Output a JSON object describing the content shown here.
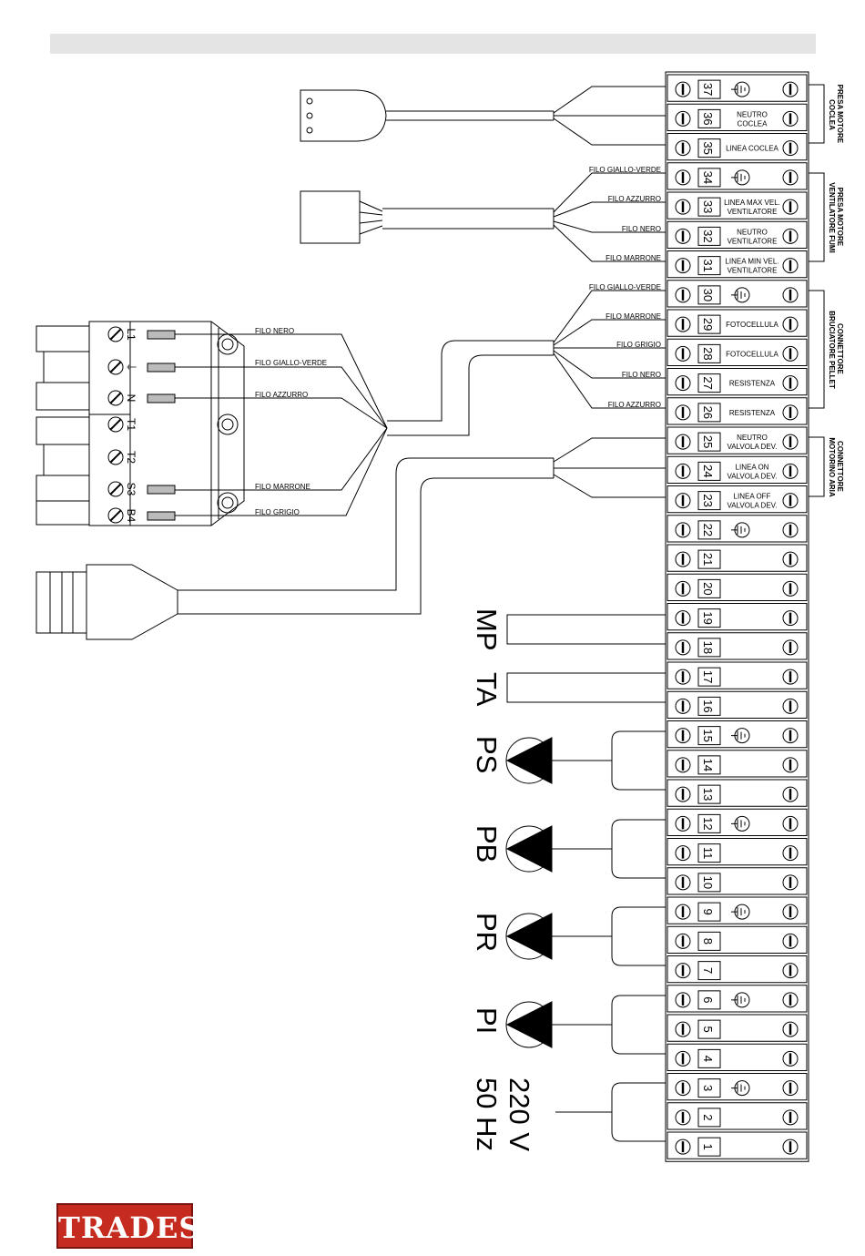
{
  "brand": "TRADESA",
  "terminals": [
    {
      "n": "37",
      "earth": true,
      "label": ""
    },
    {
      "n": "36",
      "earth": false,
      "label": "NEUTRO|COCLEA"
    },
    {
      "n": "35",
      "earth": false,
      "label": "LINEA COCLEA"
    },
    {
      "n": "34",
      "earth": true,
      "label": ""
    },
    {
      "n": "33",
      "earth": false,
      "label": "LINEA MAX VEL.|VENTILATORE"
    },
    {
      "n": "32",
      "earth": false,
      "label": "NEUTRO|VENTILATORE"
    },
    {
      "n": "31",
      "earth": false,
      "label": "LINEA MIN VEL.|VENTILATORE"
    },
    {
      "n": "30",
      "earth": true,
      "label": ""
    },
    {
      "n": "29",
      "earth": false,
      "label": "FOTOCELLULA"
    },
    {
      "n": "28",
      "earth": false,
      "label": "FOTOCELLULA"
    },
    {
      "n": "27",
      "earth": false,
      "label": "RESISTENZA"
    },
    {
      "n": "26",
      "earth": false,
      "label": "RESISTENZA"
    },
    {
      "n": "25",
      "earth": false,
      "label": "NEUTRO|VALVOLA DEV."
    },
    {
      "n": "24",
      "earth": false,
      "label": "LINEA ON|VALVOLA DEV."
    },
    {
      "n": "23",
      "earth": false,
      "label": "LINEA OFF|VALVOLA DEV."
    },
    {
      "n": "22",
      "earth": true,
      "label": ""
    },
    {
      "n": "21",
      "earth": false,
      "label": ""
    },
    {
      "n": "20",
      "earth": false,
      "label": ""
    },
    {
      "n": "19",
      "earth": false,
      "label": ""
    },
    {
      "n": "18",
      "earth": false,
      "label": ""
    },
    {
      "n": "17",
      "earth": false,
      "label": ""
    },
    {
      "n": "16",
      "earth": false,
      "label": ""
    },
    {
      "n": "15",
      "earth": true,
      "label": ""
    },
    {
      "n": "14",
      "earth": false,
      "label": ""
    },
    {
      "n": "13",
      "earth": false,
      "label": ""
    },
    {
      "n": "12",
      "earth": true,
      "label": ""
    },
    {
      "n": "11",
      "earth": false,
      "label": ""
    },
    {
      "n": "10",
      "earth": false,
      "label": ""
    },
    {
      "n": "9",
      "earth": true,
      "label": ""
    },
    {
      "n": "8",
      "earth": false,
      "label": ""
    },
    {
      "n": "7",
      "earth": false,
      "label": ""
    },
    {
      "n": "6",
      "earth": true,
      "label": ""
    },
    {
      "n": "5",
      "earth": false,
      "label": ""
    },
    {
      "n": "4",
      "earth": false,
      "label": ""
    },
    {
      "n": "3",
      "earth": true,
      "label": ""
    },
    {
      "n": "2",
      "earth": false,
      "label": ""
    },
    {
      "n": "1",
      "earth": false,
      "label": ""
    }
  ],
  "sections": [
    {
      "id": "coclea",
      "lines": [
        "PRESA MOTORE",
        "COCLEA"
      ]
    },
    {
      "id": "fumi",
      "lines": [
        "PRESA MOTORE",
        "VENTILATORE FUMI"
      ]
    },
    {
      "id": "bruciatore",
      "lines": [
        "CONNETTORE",
        "BRUCIATORE PELLET"
      ]
    },
    {
      "id": "aria",
      "lines": [
        "CONNETTORE",
        "MOTORINO ARIA"
      ]
    }
  ],
  "wires_fan": [
    "FILO GIALLO-VERDE",
    "FILO AZZURRO",
    "FILO NERO",
    "FILO MARRONE"
  ],
  "wires_burner": [
    "FILO GIALLO-VERDE",
    "FILO MARRONE",
    "FILO GRIGIO",
    "FILO NERO",
    "FILO AZZURRO"
  ],
  "wires_connector": [
    "FILO NERO",
    "FILO GIALLO-VERDE",
    "FILO AZZURRO",
    "FILO MARRONE",
    "FILO GRIGIO"
  ],
  "connector_pins": [
    "L1",
    "⏚",
    "N",
    "T1",
    "T2",
    "S3",
    "B4"
  ],
  "devices": {
    "mp": "MP",
    "ta": "TA",
    "ps": "PS",
    "pb": "PB",
    "pr": "PR",
    "pi": "PI",
    "power_voltage": "220 V",
    "power_freq": "50 Hz"
  }
}
